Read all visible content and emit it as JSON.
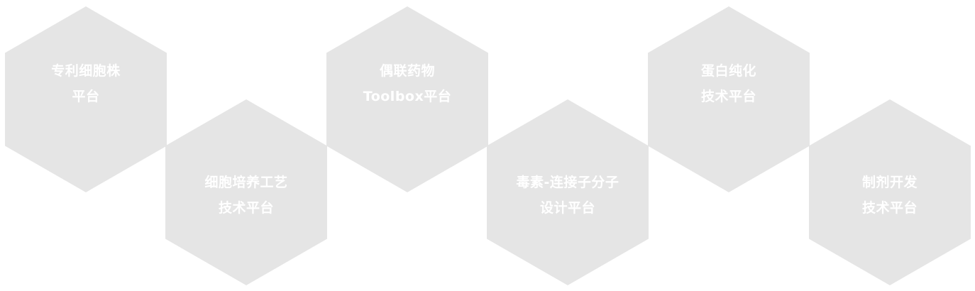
{
  "platforms": [
    {
      "line1": "专利细胞株",
      "line2": "平台"
    },
    {
      "line1": "细胞培养工艺",
      "line2": "技术平台"
    },
    {
      "line1": "偶联药物",
      "line2": "Toolbox平台"
    },
    {
      "line1": "毒素-连接子分子",
      "line2": "设计平台"
    },
    {
      "line1": "蛋白纯化",
      "line2": "技术平台"
    },
    {
      "line1": "制剂开发",
      "line2": "技术平台"
    }
  ],
  "colors": {
    "hexagon_fill": "#e5e5e5",
    "label_text": "#ffffff"
  }
}
